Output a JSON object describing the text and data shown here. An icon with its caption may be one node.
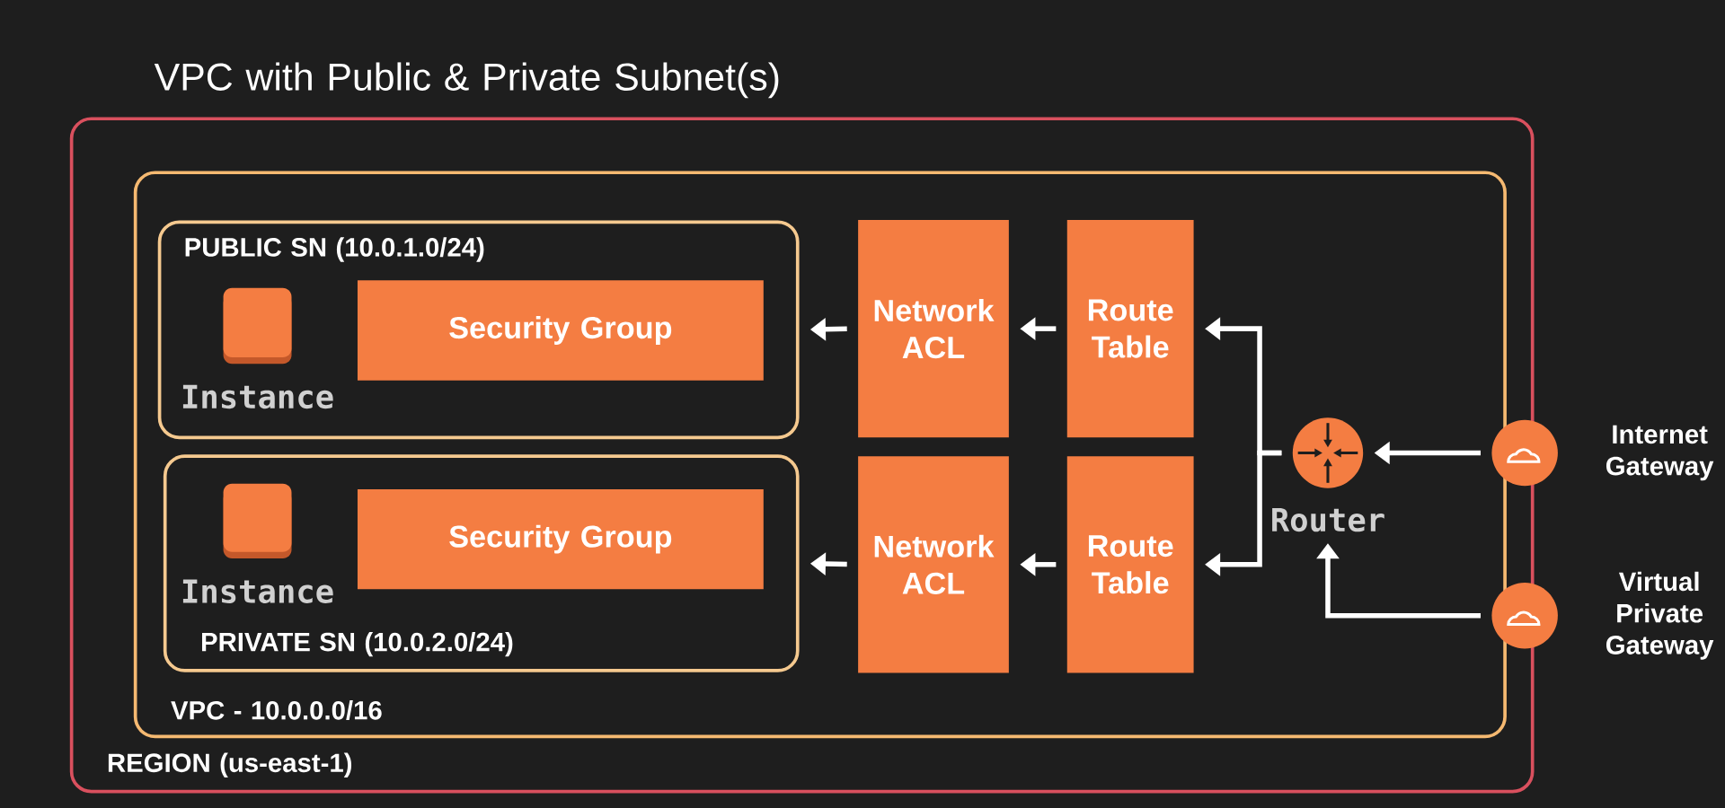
{
  "diagram": {
    "title": "VPC with Public & Private Subnet(s)",
    "nodes": [
      {
        "text": [
          "REGION (us-east-1)"
        ]
      },
      {
        "text": [
          "VPC - 10.0.0.0/16"
        ],
        "in": 0
      },
      {
        "text": [
          "PUBLIC SN (10.0.1.0/24)"
        ],
        "in": 1
      },
      {
        "text": [],
        "shape": "box",
        "beside": [
          "Instance"
        ],
        "in": 2
      },
      {
        "text": [
          "Security Group"
        ],
        "in": 2
      },
      {
        "text": [
          "PRIVATE SN (10.0.2.0/24)"
        ],
        "in": 1
      },
      {
        "text": [],
        "shape": "box",
        "beside": [
          "Instance"
        ],
        "in": 5
      },
      {
        "text": [
          "Security Group"
        ],
        "in": 5
      },
      {
        "text": [
          "Network ACL"
        ],
        "in": 1
      },
      {
        "text": [
          "Route Table"
        ],
        "in": 1
      },
      {
        "text": [
          "Network ACL"
        ],
        "in": 1
      },
      {
        "text": [
          "Route Table"
        ],
        "in": 1
      },
      {
        "text": [],
        "shape": "circle",
        "beside": [
          "Router"
        ],
        "in": 1
      },
      {
        "text": [],
        "shape": "circle",
        "beside": [
          "Internet Gateway"
        ]
      },
      {
        "text": [],
        "shape": "circle",
        "beside": [
          "Virtual Private Gateway"
        ]
      }
    ],
    "edges": [
      {
        "from": 13,
        "to": 12,
        "arrow": "to"
      },
      {
        "from": 14,
        "to": 12,
        "arrow": "to"
      },
      {
        "from": 12,
        "to": 9,
        "arrow": "to"
      },
      {
        "from": 12,
        "to": 11,
        "arrow": "to"
      },
      {
        "from": 9,
        "to": 8,
        "arrow": "to"
      },
      {
        "from": 11,
        "to": 10,
        "arrow": "to"
      },
      {
        "from": 8,
        "to": 2,
        "arrow": "to"
      },
      {
        "from": 10,
        "to": 5,
        "arrow": "to"
      }
    ]
  }
}
